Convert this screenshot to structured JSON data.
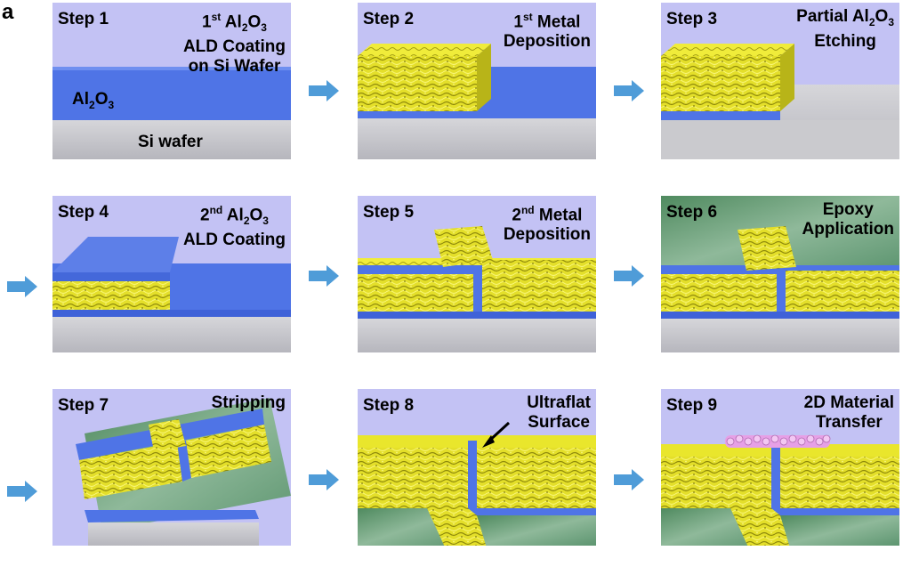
{
  "figure_label": "a",
  "steps": [
    {
      "step": "Step 1",
      "title_html": "1<sup>st</sup> Al<sub>2</sub>O<sub>3</sub><br>ALD Coating<br>on Si Wafer"
    },
    {
      "step": "Step 2",
      "title_html": "1<sup>st</sup> Metal<br>Deposition"
    },
    {
      "step": "Step 3",
      "title_html": "Partial Al<sub>2</sub>O<sub>3</sub><br>Etching"
    },
    {
      "step": "Step 4",
      "title_html": "2<sup>nd</sup> Al<sub>2</sub>O<sub>3</sub><br>ALD Coating"
    },
    {
      "step": "Step 5",
      "title_html": "2<sup>nd</sup> Metal<br>Deposition"
    },
    {
      "step": "Step 6",
      "title_html": "Epoxy<br>Application"
    },
    {
      "step": "Step 7",
      "title_html": "Stripping"
    },
    {
      "step": "Step 8",
      "title_html": "Ultraflat<br>Surface"
    },
    {
      "step": "Step 9",
      "title_html": "2D Material<br>Transfer"
    }
  ],
  "labels": {
    "al2o3_html": "Al<sub>2</sub>O<sub>3</sub>",
    "si_wafer": "Si wafer"
  },
  "colors": {
    "background": "#c3c2f4",
    "al2o3": "#4f74e6",
    "gold": "#e9e62c",
    "silicon": "#c8c8cc",
    "epoxy": "#5f9470",
    "arrow": "#4f9cd8",
    "molecule": "#e6a0e6"
  },
  "icons": [
    "right-arrow-icon"
  ]
}
